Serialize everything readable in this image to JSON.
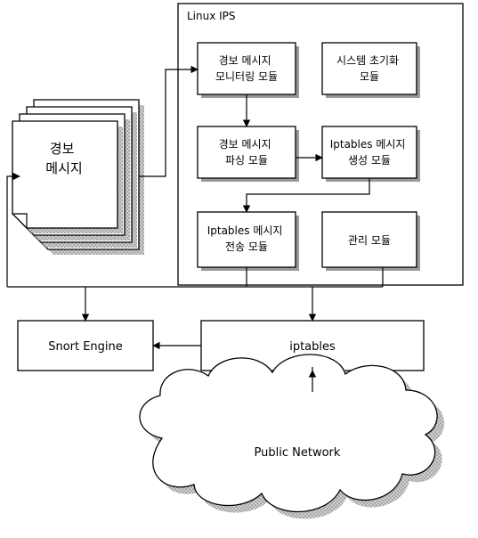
{
  "container": {
    "title": "Linux IPS"
  },
  "modules": {
    "alert_monitor": [
      "경보 메시지",
      "모니터링 모듈"
    ],
    "system_init": [
      "시스템 초기화",
      "모듈"
    ],
    "alert_parse": [
      "경보 메시지",
      "파싱 모듈"
    ],
    "iptables_gen": [
      "Iptables 메시지",
      "생성 모듈"
    ],
    "iptables_send": [
      "Iptables 메시지",
      "전송 모듈"
    ],
    "management": [
      "관리 모듈"
    ]
  },
  "document": {
    "lines": [
      "경보",
      "메시지"
    ]
  },
  "components": {
    "snort": "Snort Engine",
    "iptables": "iptables",
    "network": "Public Network"
  },
  "colors": {
    "line": "#000000",
    "shadow": "#9a9a9a",
    "fill": "#ffffff"
  }
}
